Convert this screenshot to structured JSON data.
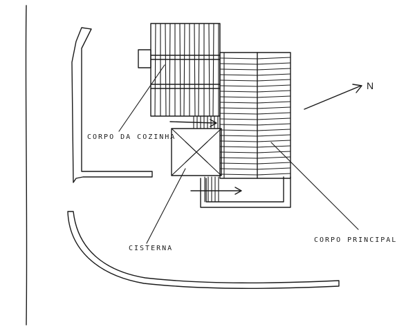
{
  "labels": {
    "kitchen": "CORPO DA COZINHA",
    "cistern": "CISTERNA",
    "main": "CORPO PRINCIPAL",
    "north": "N"
  }
}
